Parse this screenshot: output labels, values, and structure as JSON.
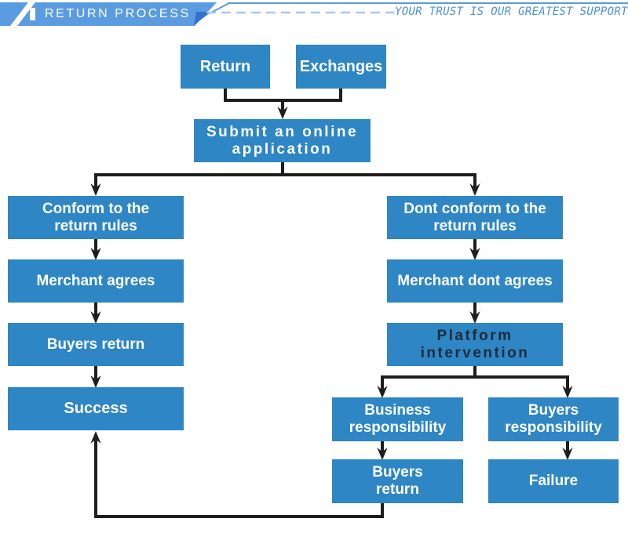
{
  "header": {
    "title": "RETURN PROCESS",
    "slogan": "YOUR TRUST IS OUR GREATEST SUPPORT"
  },
  "colors": {
    "box_blue": "#2E86C4",
    "banner_blue": "#5B9CE0",
    "fold_blue": "#3272CC",
    "thin_line_blue": "#5B9BD5",
    "dash_blue": "#A6C8EF",
    "slogan_blue": "#4A90D9",
    "arrow_black": "#1E1E1E",
    "platform_text_dark": "#1B2B3A",
    "box_text_white": "#FFFFFF"
  },
  "flowchart": {
    "nodes": [
      {
        "id": "return",
        "label": "Return"
      },
      {
        "id": "exchanges",
        "label": "Exchanges"
      },
      {
        "id": "submit-application",
        "label": "Submit an online\napplication"
      },
      {
        "id": "conform-rules",
        "label": "Conform to the\nreturn rules"
      },
      {
        "id": "dont-conform-rules",
        "label": "Dont conform to the\nreturn rules"
      },
      {
        "id": "merchant-agrees",
        "label": "Merchant agrees"
      },
      {
        "id": "merchant-dont-agrees",
        "label": "Merchant dont agrees"
      },
      {
        "id": "buyers-return",
        "label": "Buyers return"
      },
      {
        "id": "platform-intervention",
        "label": "Platform\nintervention"
      },
      {
        "id": "success",
        "label": "Success"
      },
      {
        "id": "business-responsibility",
        "label": "Business\nresponsibility"
      },
      {
        "id": "buyers-responsibility",
        "label": "Buyers\nresponsibility"
      },
      {
        "id": "buyers-return-2",
        "label": "Buyers\nreturn"
      },
      {
        "id": "failure",
        "label": "Failure"
      }
    ]
  }
}
